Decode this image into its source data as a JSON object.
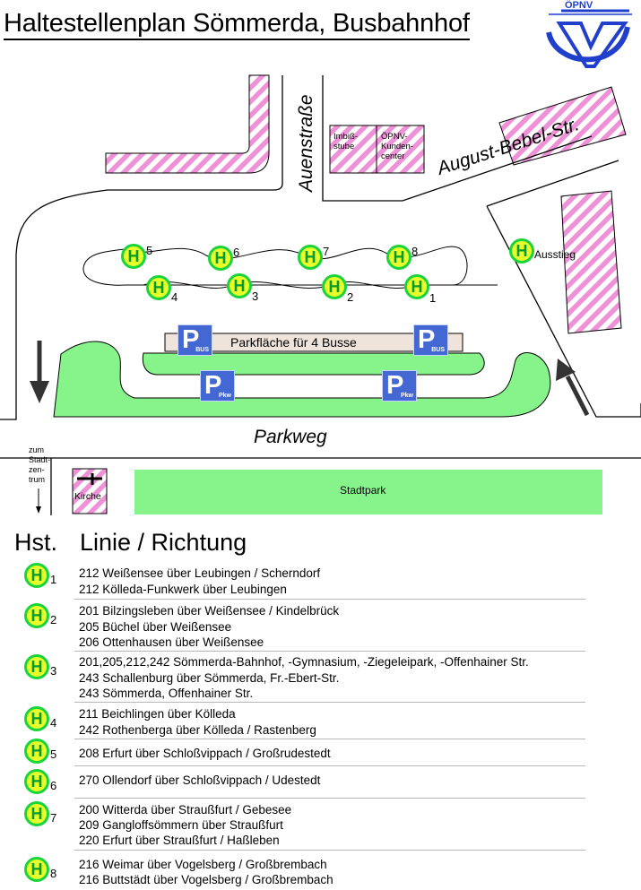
{
  "title": "Haltestellenplan Sömmerda, Busbahnhof",
  "logo": {
    "text": "ÖPNV",
    "colors": {
      "blue": "#1f3fcc"
    }
  },
  "colors": {
    "stripe_pink": "#ef91d6",
    "green": "#86f48a",
    "parking_blue": "#4468d3",
    "stop_fill": "#e7ff2b",
    "stop_ring": "#19d43c",
    "platform": "#eee4dc"
  },
  "map": {
    "streets": {
      "auenstrasse": "Auenstraße",
      "august_bebel": "August-Bebel-Str.",
      "parkweg": "Parkweg"
    },
    "buildings": {
      "imbiss": "Imbiß-\nstube",
      "kundencenter": "ÖPNV-\nKunden-\ncenter",
      "kirche": "Kirche",
      "stadtpark": "Stadtpark"
    },
    "to_center": "zum\nStadt-\nzen-\ntrum",
    "parking_area": "Parkfläche für 4 Busse",
    "parking_signs": {
      "letter": "P",
      "bus": "BUS",
      "pkw": "Pkw"
    },
    "stop_letter": "H",
    "stops": [
      {
        "id": "stop-5",
        "num": "5"
      },
      {
        "id": "stop-6",
        "num": "6"
      },
      {
        "id": "stop-7",
        "num": "7"
      },
      {
        "id": "stop-8",
        "num": "8"
      },
      {
        "id": "stop-4",
        "num": "4"
      },
      {
        "id": "stop-3",
        "num": "3"
      },
      {
        "id": "stop-2",
        "num": "2"
      },
      {
        "id": "stop-1",
        "num": "1"
      }
    ],
    "ausstieg": "Ausstieg"
  },
  "legend": {
    "col_hst": "Hst.",
    "col_line": "Linie / Richtung",
    "rows": [
      {
        "hst": "1",
        "lines": [
          "212 Weißensee über Leubingen / Scherndorf",
          "212 Kölleda-Funkwerk über Leubingen"
        ]
      },
      {
        "hst": "2",
        "lines": [
          "201 Bilzingsleben über Weißensee / Kindelbrück",
          "205 Büchel über Weißensee",
          "206 Ottenhausen über Weißensee"
        ]
      },
      {
        "hst": "3",
        "lines": [
          "201,205,212,242 Sömmerda-Bahnhof, -Gymnasium, -Ziegeleipark, -Offenhainer Str.",
          "243 Schallenburg über Sömmerda, Fr.-Ebert-Str.",
          "243 Sömmerda, Offenhainer Str."
        ]
      },
      {
        "hst": "4",
        "lines": [
          "211 Beichlingen über Kölleda",
          "242 Rothenberga über Kölleda / Rastenberg"
        ]
      },
      {
        "hst": "5",
        "lines": [
          "208 Erfurt über Schloßvippach / Großrudestedt"
        ]
      },
      {
        "hst": "6",
        "lines": [
          "270 Ollendorf über Schloßvippach / Udestedt"
        ]
      },
      {
        "hst": "7",
        "lines": [
          "200 Witterda über Straußfurt / Gebesee",
          "209 Gangloffsömmern über Straußfurt",
          "220 Erfurt über Straußfurt / Haßleben"
        ]
      },
      {
        "hst": "8",
        "lines": [
          "216 Weimar über Vogelsberg / Großbrembach",
          "216 Buttstädt über Vogelsberg / Großbrembach"
        ]
      }
    ]
  }
}
